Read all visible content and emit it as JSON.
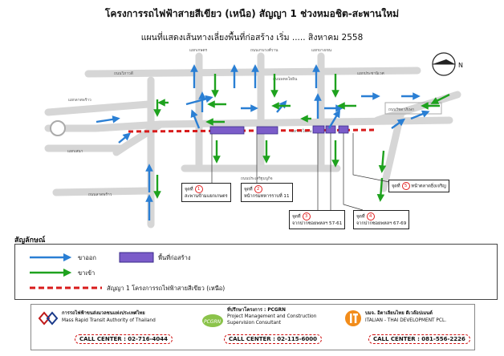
{
  "header": {
    "title": "โครงการรถไฟฟ้าสายสีเขียว (เหนือ) สัญญา 1 ช่วงหมอชิต-สะพานใหม่",
    "subtitle": "แผนที่แสดงเส้นทางเลี่ยงพื้นที่ก่อสร้าง เริ่ม ..... สิงหาคม 2558"
  },
  "compass": {
    "label": "N"
  },
  "roads": {
    "vibhavadi": "ถนนวิภาวดี",
    "pradipat": "แยกประชานิเวศ",
    "ratchada": "ถนนรัชดาภิเษก",
    "lat_phrao_junc": "แยกลาดพร้าว",
    "phahon": "ถนนพหลโยธิน",
    "jatujak": "แยกลาดพร้าว",
    "senanikhom": "แยกเสนา",
    "ratchayothin": "แยกรัชโยธิน",
    "kasetsart": "แยกเกษตร",
    "bangkhen": "แยกบางเขน",
    "ngamwongwan": "ถนนงามวงศ์วาน",
    "prasert": "ถนนประเสริฐมนูกิจ",
    "lat_phrao": "ถนนลาดพร้าว",
    "soi_road": "ถนนวิภาวดี"
  },
  "construction_points": [
    {
      "label": "จุดที่",
      "num": "1",
      "desc": "สะพานข้ามแยกเกษตร"
    },
    {
      "label": "จุดที่",
      "num": "2",
      "desc": "หน้ากรมทหารราบที่ 11"
    },
    {
      "label": "จุดที่",
      "num": "3",
      "desc": "จากปากซอยพหลฯ 57-61"
    },
    {
      "label": "จุดที่",
      "num": "4",
      "desc": "จากปากซอยพหลฯ 67-69"
    },
    {
      "label": "จุดที่",
      "num": "5",
      "desc": "หน้าตลาดยิ่งเจริญ"
    }
  ],
  "legend": {
    "title": "สัญลักษณ์",
    "outbound": "ขาออก",
    "inbound": "ขาเข้า",
    "construction": "พื้นที่ก่อสร้าง",
    "contract": "สัญญา 1 โครงการรถไฟฟ้าสายสีเขียว (เหนือ)"
  },
  "colors": {
    "outbound": "#2a7fd4",
    "inbound": "#1ea21e",
    "construction": "#7b5cc9",
    "contract": "#d81b1b",
    "road": "#d4d4d4"
  },
  "footer": {
    "org1_th": "การรถไฟฟ้าขนส่งมวลชนแห่งประเทศไทย",
    "org1_en": "Mass Rapid Transit Authority of Thailand",
    "call1": "CALL CENTER : 02-716-4044",
    "org2_th": "ที่ปรึกษาโครงการ : PCGRN",
    "org2_en1": "Project Management and Construction",
    "org2_en2": "Supervision Consultant",
    "call2": "CALL CENTER : 02-115-6000",
    "org3_th": "บมจ. อิตาเลียนไทย ดีเวล๊อปเมนต์",
    "org3_en": "ITALIAN - THAI DEVELOPMENT PCL.",
    "call3": "CALL CENTER : 081-556-2226",
    "logo2_text": "PCGRN"
  }
}
